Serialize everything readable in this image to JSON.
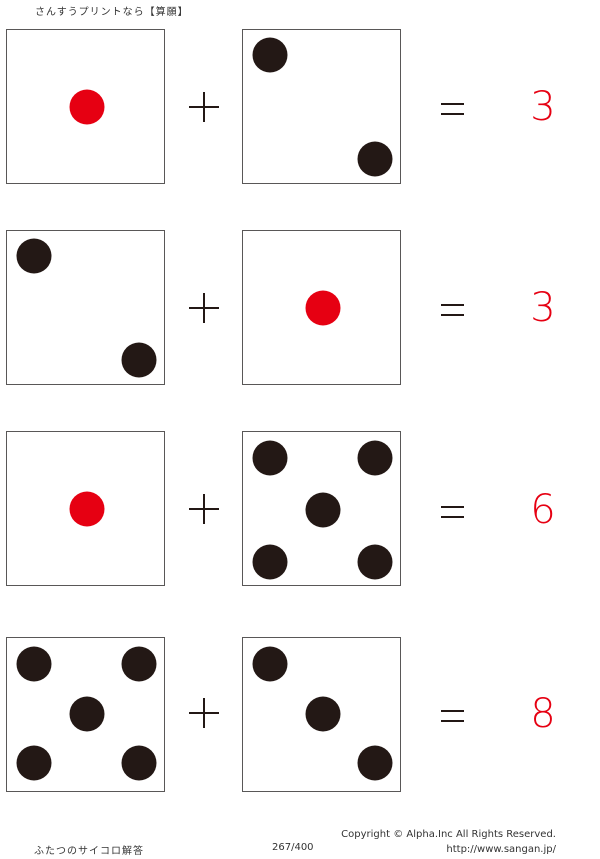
{
  "header": {
    "title": "さんすうプリントなら【算願】"
  },
  "colors": {
    "pip_black": "#231815",
    "pip_red": "#e60012",
    "answer": "#e60012",
    "border": "#595757"
  },
  "problems": [
    {
      "left_die": 1,
      "right_die": 2,
      "operator": "+",
      "equals": "=",
      "answer": "3"
    },
    {
      "left_die": 2,
      "right_die": 1,
      "operator": "+",
      "equals": "=",
      "answer": "3"
    },
    {
      "left_die": 1,
      "right_die": 5,
      "operator": "+",
      "equals": "=",
      "answer": "6"
    },
    {
      "left_die": 5,
      "right_die": 3,
      "operator": "+",
      "equals": "=",
      "answer": "8"
    }
  ],
  "footer": {
    "left": "ふたつのサイコロ解答",
    "page": "267/400",
    "copyright": "Copyright ©  Alpha.Inc All Rights Reserved.",
    "url": "http://www.sangan.jp/"
  }
}
